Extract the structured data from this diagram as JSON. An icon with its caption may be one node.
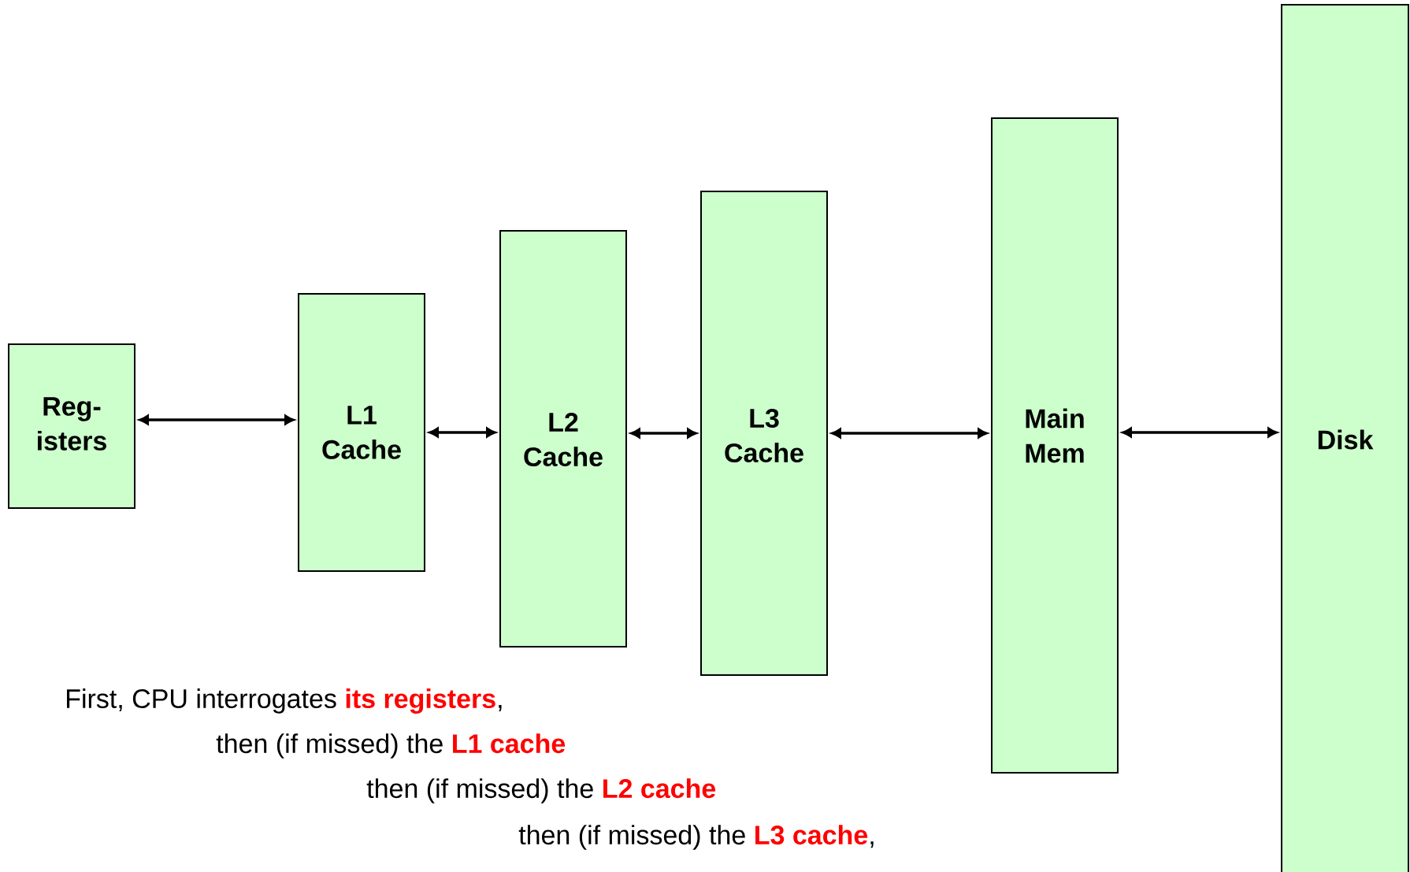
{
  "diagram": {
    "nodes": [
      {
        "text": [
          "Reg- isters"
        ]
      },
      {
        "text": [
          "L1 Cache"
        ]
      },
      {
        "text": [
          "L2 Cache"
        ]
      },
      {
        "text": [
          "L3 Cache"
        ]
      },
      {
        "text": [
          "Main Mem"
        ]
      },
      {
        "text": [
          "Disk"
        ]
      }
    ],
    "edges": [
      {
        "from": 0,
        "to": 1,
        "arrow": "both"
      },
      {
        "from": 1,
        "to": 2,
        "arrow": "both"
      },
      {
        "from": 2,
        "to": 3,
        "arrow": "both"
      },
      {
        "from": 3,
        "to": 4,
        "arrow": "both"
      },
      {
        "from": 4,
        "to": 5,
        "arrow": "both"
      }
    ],
    "labels": [
      "First, CPU interrogates **its registers**,",
      "then (if missed) the **L1 cache**",
      "then (if missed) the **L2 cache**",
      "then (if missed) the **L3 cache**,"
    ]
  }
}
